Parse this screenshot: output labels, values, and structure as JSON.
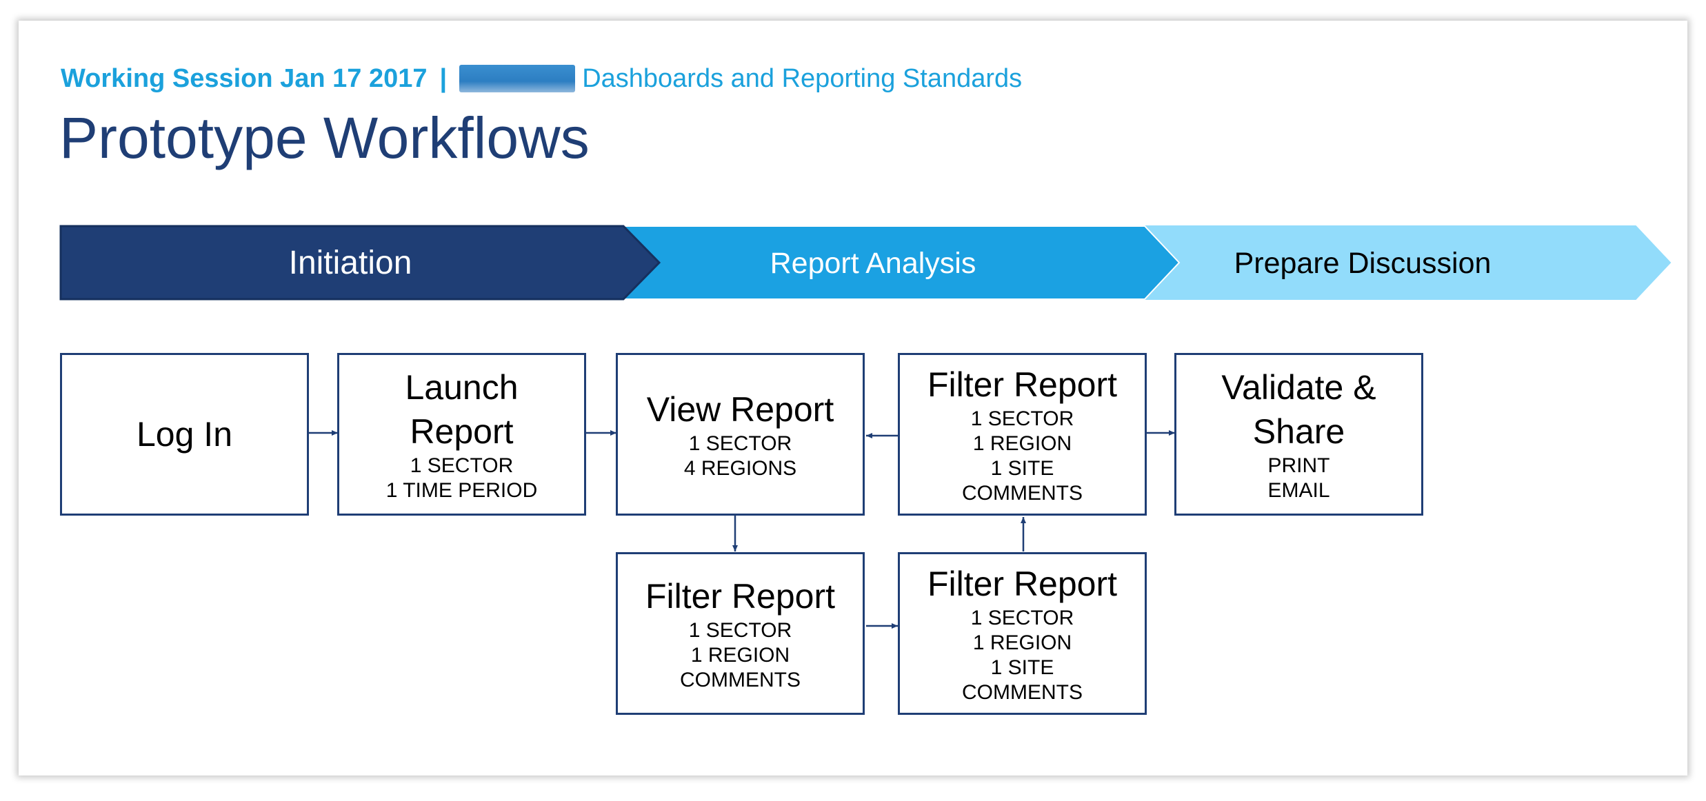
{
  "header": {
    "session": "Working Session Jan 17 2017",
    "separator": "|",
    "subtitle": "Dashboards and Reporting Standards"
  },
  "title": "Prototype Workflows",
  "phases": [
    {
      "label": "Initiation",
      "color": "#1f3e75",
      "text_color": "#ffffff"
    },
    {
      "label": "Report Analysis",
      "color": "#1ba1e2",
      "text_color": "#ffffff"
    },
    {
      "label": "Prepare Discussion",
      "color": "#92dcfb",
      "text_color": "#000000"
    }
  ],
  "steps": {
    "log_in": {
      "title": "Log In",
      "details": []
    },
    "launch_report": {
      "title": "Launch Report",
      "details": [
        "1 SECTOR",
        "1 TIME PERIOD"
      ]
    },
    "view_report": {
      "title": "View Report",
      "details": [
        "1 SECTOR",
        "4 REGIONS"
      ]
    },
    "filter_report_sector_region": {
      "title": "Filter Report",
      "details": [
        "1 SECTOR",
        "1 REGION",
        "COMMENTS"
      ]
    },
    "filter_report_site_lower": {
      "title": "Filter Report",
      "details": [
        "1 SECTOR",
        "1 REGION",
        "1 SITE",
        "COMMENTS"
      ]
    },
    "filter_report_site_upper": {
      "title": "Filter Report",
      "details": [
        "1 SECTOR",
        "1 REGION",
        "1 SITE",
        "COMMENTS"
      ]
    },
    "validate_share": {
      "title": "Validate & Share",
      "details": [
        "PRINT",
        "EMAIL"
      ]
    }
  },
  "colors": {
    "accent": "#1ba1dc",
    "navy": "#1f3e75",
    "box_border": "#1f3e75"
  }
}
